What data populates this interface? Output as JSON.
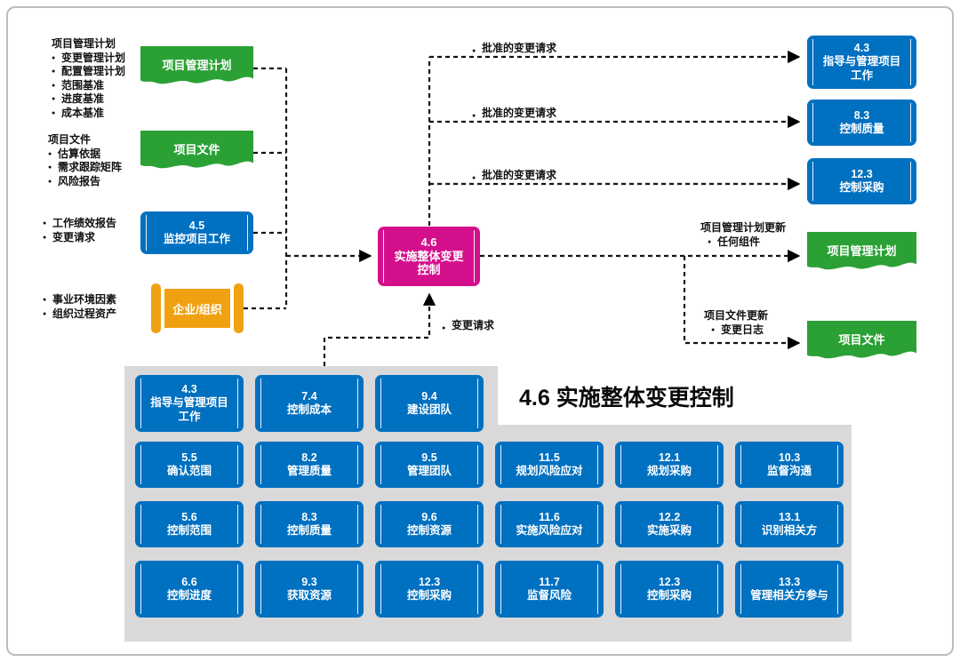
{
  "title": "4.6 实施整体变更控制",
  "colors": {
    "process_blue": "#0070c0",
    "banner_green": "#2ba135",
    "center_magenta": "#d40f8c",
    "scroll_orange": "#f0a111",
    "grid_gray": "#d9d9d9"
  },
  "inputs": {
    "plan_group": {
      "header": "项目管理计划",
      "bullets": [
        "变更管理计划",
        "配置管理计划",
        "范围基准",
        "进度基准",
        "成本基准"
      ]
    },
    "plan_banner": "项目管理计划",
    "docs_group": {
      "header": "项目文件",
      "bullets": [
        "估算依据",
        "需求跟踪矩阵",
        "风险报告"
      ]
    },
    "docs_banner": "项目文件",
    "work_group": {
      "bullets": [
        "工作绩效报告",
        "变更请求"
      ]
    },
    "monitor_box": {
      "code": "4.5",
      "name": "监控项目工作"
    },
    "env_group": {
      "bullets": [
        "事业环境因素",
        "组织过程资产"
      ]
    },
    "scroll_label": "企业/组织"
  },
  "center": {
    "code": "4.6",
    "name": "实施整体变更控制"
  },
  "outputs": {
    "approved_label_1": "批准的变更请求",
    "approved_label_2": "批准的变更请求",
    "approved_label_3": "批准的变更请求",
    "direct_box": {
      "code": "4.3",
      "name": "指导与管理项目工作"
    },
    "quality_box": {
      "code": "8.3",
      "name": "控制质量"
    },
    "procure_box": {
      "code": "12.3",
      "name": "控制采购"
    },
    "pm_update": {
      "header": "项目管理计划更新",
      "bullet": "任何组件"
    },
    "pm_banner": "项目管理计划",
    "doc_update": {
      "header": "项目文件更新",
      "bullet": "变更日志"
    },
    "doc_banner": "项目文件",
    "change_request_label": "变更请求"
  },
  "grid": {
    "row1": [
      {
        "code": "4.3",
        "name": "指导与管理项目工作"
      },
      {
        "code": "7.4",
        "name": "控制成本"
      },
      {
        "code": "9.4",
        "name": "建设团队"
      }
    ],
    "row2": [
      {
        "code": "5.5",
        "name": "确认范围"
      },
      {
        "code": "8.2",
        "name": "管理质量"
      },
      {
        "code": "9.5",
        "name": "管理团队"
      },
      {
        "code": "11.5",
        "name": "规划风险应对"
      },
      {
        "code": "12.1",
        "name": "规划采购"
      },
      {
        "code": "10.3",
        "name": "监督沟通"
      }
    ],
    "row3": [
      {
        "code": "5.6",
        "name": "控制范围"
      },
      {
        "code": "8.3",
        "name": "控制质量"
      },
      {
        "code": "9.6",
        "name": "控制资源"
      },
      {
        "code": "11.6",
        "name": "实施风险应对"
      },
      {
        "code": "12.2",
        "name": "实施采购"
      },
      {
        "code": "13.1",
        "name": "识别相关方"
      }
    ],
    "row4": [
      {
        "code": "6.6",
        "name": "控制进度"
      },
      {
        "code": "9.3",
        "name": "获取资源"
      },
      {
        "code": "12.3",
        "name": "控制采购"
      },
      {
        "code": "11.7",
        "name": "监督风险"
      },
      {
        "code": "12.3",
        "name": "控制采购"
      },
      {
        "code": "13.3",
        "name": "管理相关方参与"
      }
    ]
  }
}
